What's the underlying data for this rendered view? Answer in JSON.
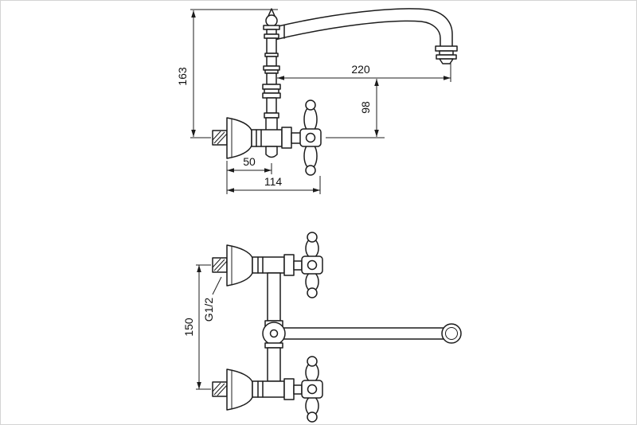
{
  "canvas": {
    "background": "#ffffff",
    "border_color": "#d4d4d4",
    "line_color": "#1c1c1c"
  },
  "side_view": {
    "dim_height_total": "163",
    "dim_spout_reach": "220",
    "dim_spout_height": "98",
    "dim_flange_to_axis": "50",
    "dim_total_projection": "114"
  },
  "front_view": {
    "dim_mount_spacing": "150",
    "thread_label": "G1/2"
  }
}
